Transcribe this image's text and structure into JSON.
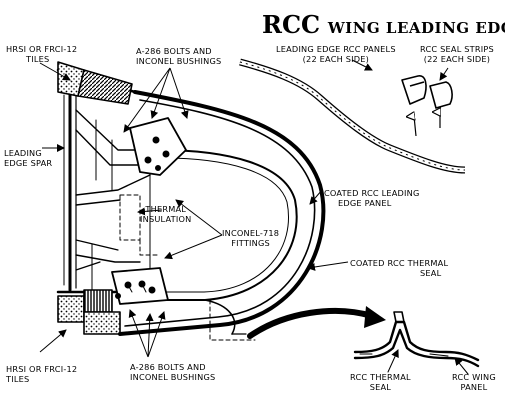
{
  "title": {
    "main": "RCC",
    "rest": "WING LEADING EDGE"
  },
  "labels": {
    "tiles_top_1": "HRSI OR FRCI-12",
    "tiles_top_2": "TILES",
    "bolts_top_1": "A-286 BOLTS AND",
    "bolts_top_2": "INCONEL BUSHINGS",
    "spar_1": "LEADING",
    "spar_2": "EDGE SPAR",
    "insulation_1": "THERMAL",
    "insulation_2": "INSULATION",
    "fittings_1": "INCONEL-718",
    "fittings_2": "FITTINGS",
    "panel_1": "COATED RCC LEADING",
    "panel_2": "EDGE PANEL",
    "seal_1": "COATED RCC THERMAL",
    "seal_2": "SEAL",
    "rcc_panels_1": "LEADING EDGE RCC PANELS",
    "rcc_panels_2": "(22 EACH SIDE)",
    "seal_strips_1": "RCC SEAL STRIPS",
    "seal_strips_2": "(22 EACH SIDE)",
    "tiles_bot_1": "HRSI OR FRCI-12",
    "tiles_bot_2": "TILES",
    "bolts_bot_1": "A-286 BOLTS AND",
    "bolts_bot_2": "INCONEL BUSHINGS",
    "detail_seal_1": "RCC THERMAL",
    "detail_seal_2": "SEAL",
    "detail_panel_1": "RCC WING",
    "detail_panel_2": "PANEL"
  }
}
